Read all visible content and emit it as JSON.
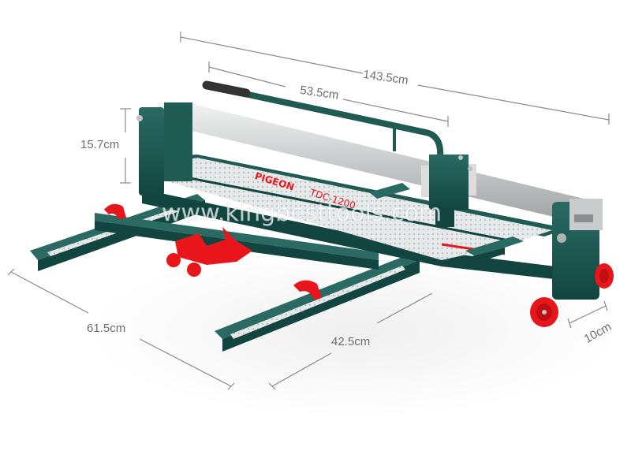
{
  "product": {
    "type": "manual tile cutter",
    "brand": "PIGEON",
    "model": "TDC-1200"
  },
  "watermark": "www.kingbesttools.com",
  "dimensions": {
    "overall_length": "143.5cm",
    "handle_length": "53.5cm",
    "height": "15.7cm",
    "extension_arm_length": "61.5cm",
    "extension_arm_width": "42.5cm",
    "wheel_offset": "10cm"
  },
  "colors": {
    "frame_green": "#1f5a53",
    "frame_green_dark": "#134540",
    "accent_red": "#e8161b",
    "rail_silver": "#c9cccd",
    "bed_light": "#e9ecec",
    "dimension_gray": "#8a8a8a",
    "background": "#ffffff"
  }
}
